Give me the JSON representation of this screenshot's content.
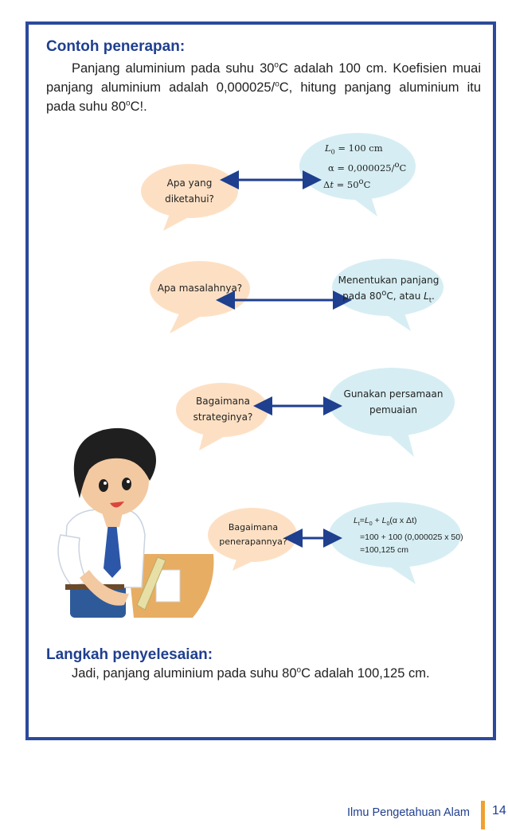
{
  "example": {
    "heading": "Contoh penerapan:",
    "problem_pre": "Panjang aluminium pada suhu 30",
    "problem_sup1": "o",
    "problem_mid1": "C adalah 100 cm. Koefisien muai panjang aluminium adalah 0,000025/",
    "problem_sup2": "o",
    "problem_mid2": "C, hitung panjang aluminium itu pada suhu 80",
    "problem_sup3": "o",
    "problem_end": "C!."
  },
  "steps": [
    {
      "question_line1": "Apa yang",
      "question_line2": "diketahui?"
    },
    {
      "question_line1": "Apa masalahnya?",
      "answer_line1": "Menentukan panjang",
      "answer_line2_pre": "pada 80",
      "answer_line2_sup": "o",
      "answer_line2_post": "C, atau ",
      "answer_var": "L",
      "answer_sub": "t",
      "answer_dot": "."
    },
    {
      "question_line1": "Bagaimana",
      "question_line2": "strateginya?",
      "answer_line1": "Gunakan persamaan",
      "answer_line2": "pemuaian"
    },
    {
      "question_line1": "Bagaimana",
      "question_line2": "penerapannya?"
    }
  ],
  "known": {
    "l0_var": "L",
    "l0_sub": "0",
    "l0_val": " = 100 cm",
    "alpha_sym": "α",
    "alpha_val": " = 0,000025/",
    "alpha_sup": "o",
    "alpha_unit": "C",
    "dt_sym": "Δ",
    "dt_var": "t",
    "dt_val": " = 50",
    "dt_sup": "o",
    "dt_unit": "C"
  },
  "application": {
    "line1_var": "L",
    "line1_sub": "t",
    "line1_eq": "=",
    "line1_var2": "L",
    "line1_sub2": "0",
    "line1_plus": " + ",
    "line1_var3": "L",
    "line1_sub3": "0",
    "line1_rest": "(α x Δt)",
    "line2": "=100 + 100 (0,000025 x 50)",
    "line3": "=100,125 cm"
  },
  "solution": {
    "heading": "Langkah penyelesaian:",
    "text_pre": "Jadi, panjang aluminium pada suhu 80",
    "text_sup": "o",
    "text_post": "C adalah 100,125 cm."
  },
  "footer": {
    "label": "Ilmu Pengetahuan Alam",
    "page": "14"
  },
  "colors": {
    "frame": "#2b4a9c",
    "question_bubble": "#fde0c4",
    "answer_bubble": "#d6eef3",
    "arrow": "#1f3f8f",
    "accent": "#f0a030"
  }
}
